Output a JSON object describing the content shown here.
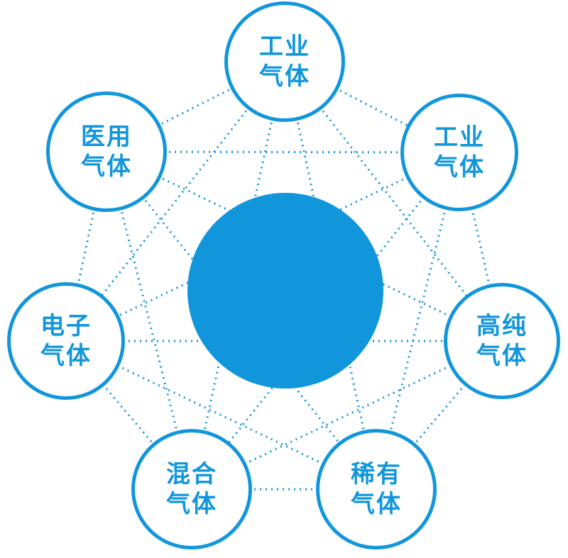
{
  "diagram": {
    "type": "hub-network",
    "accent_color": "#1296db",
    "background_color": "#ffffff",
    "hub": {
      "label": "",
      "fill": "#1296db"
    },
    "nodes": [
      {
        "id": "industrial-gas-top",
        "lines": [
          "工业",
          "气体"
        ]
      },
      {
        "id": "medical-gas",
        "lines": [
          "医用",
          "气体"
        ]
      },
      {
        "id": "industrial-gas-right",
        "lines": [
          "工业",
          "气体"
        ]
      },
      {
        "id": "electronic-gas",
        "lines": [
          "电子",
          "气体"
        ]
      },
      {
        "id": "high-purity-gas",
        "lines": [
          "高纯",
          "气体"
        ]
      },
      {
        "id": "mixed-gas",
        "lines": [
          "混合",
          "气体"
        ]
      },
      {
        "id": "rare-gas",
        "lines": [
          "稀有",
          "气体"
        ]
      }
    ],
    "edges": "complete-graph-between-outer-nodes",
    "edge_style": {
      "color": "#1296db",
      "width": 3,
      "dash": "2 6"
    }
  }
}
